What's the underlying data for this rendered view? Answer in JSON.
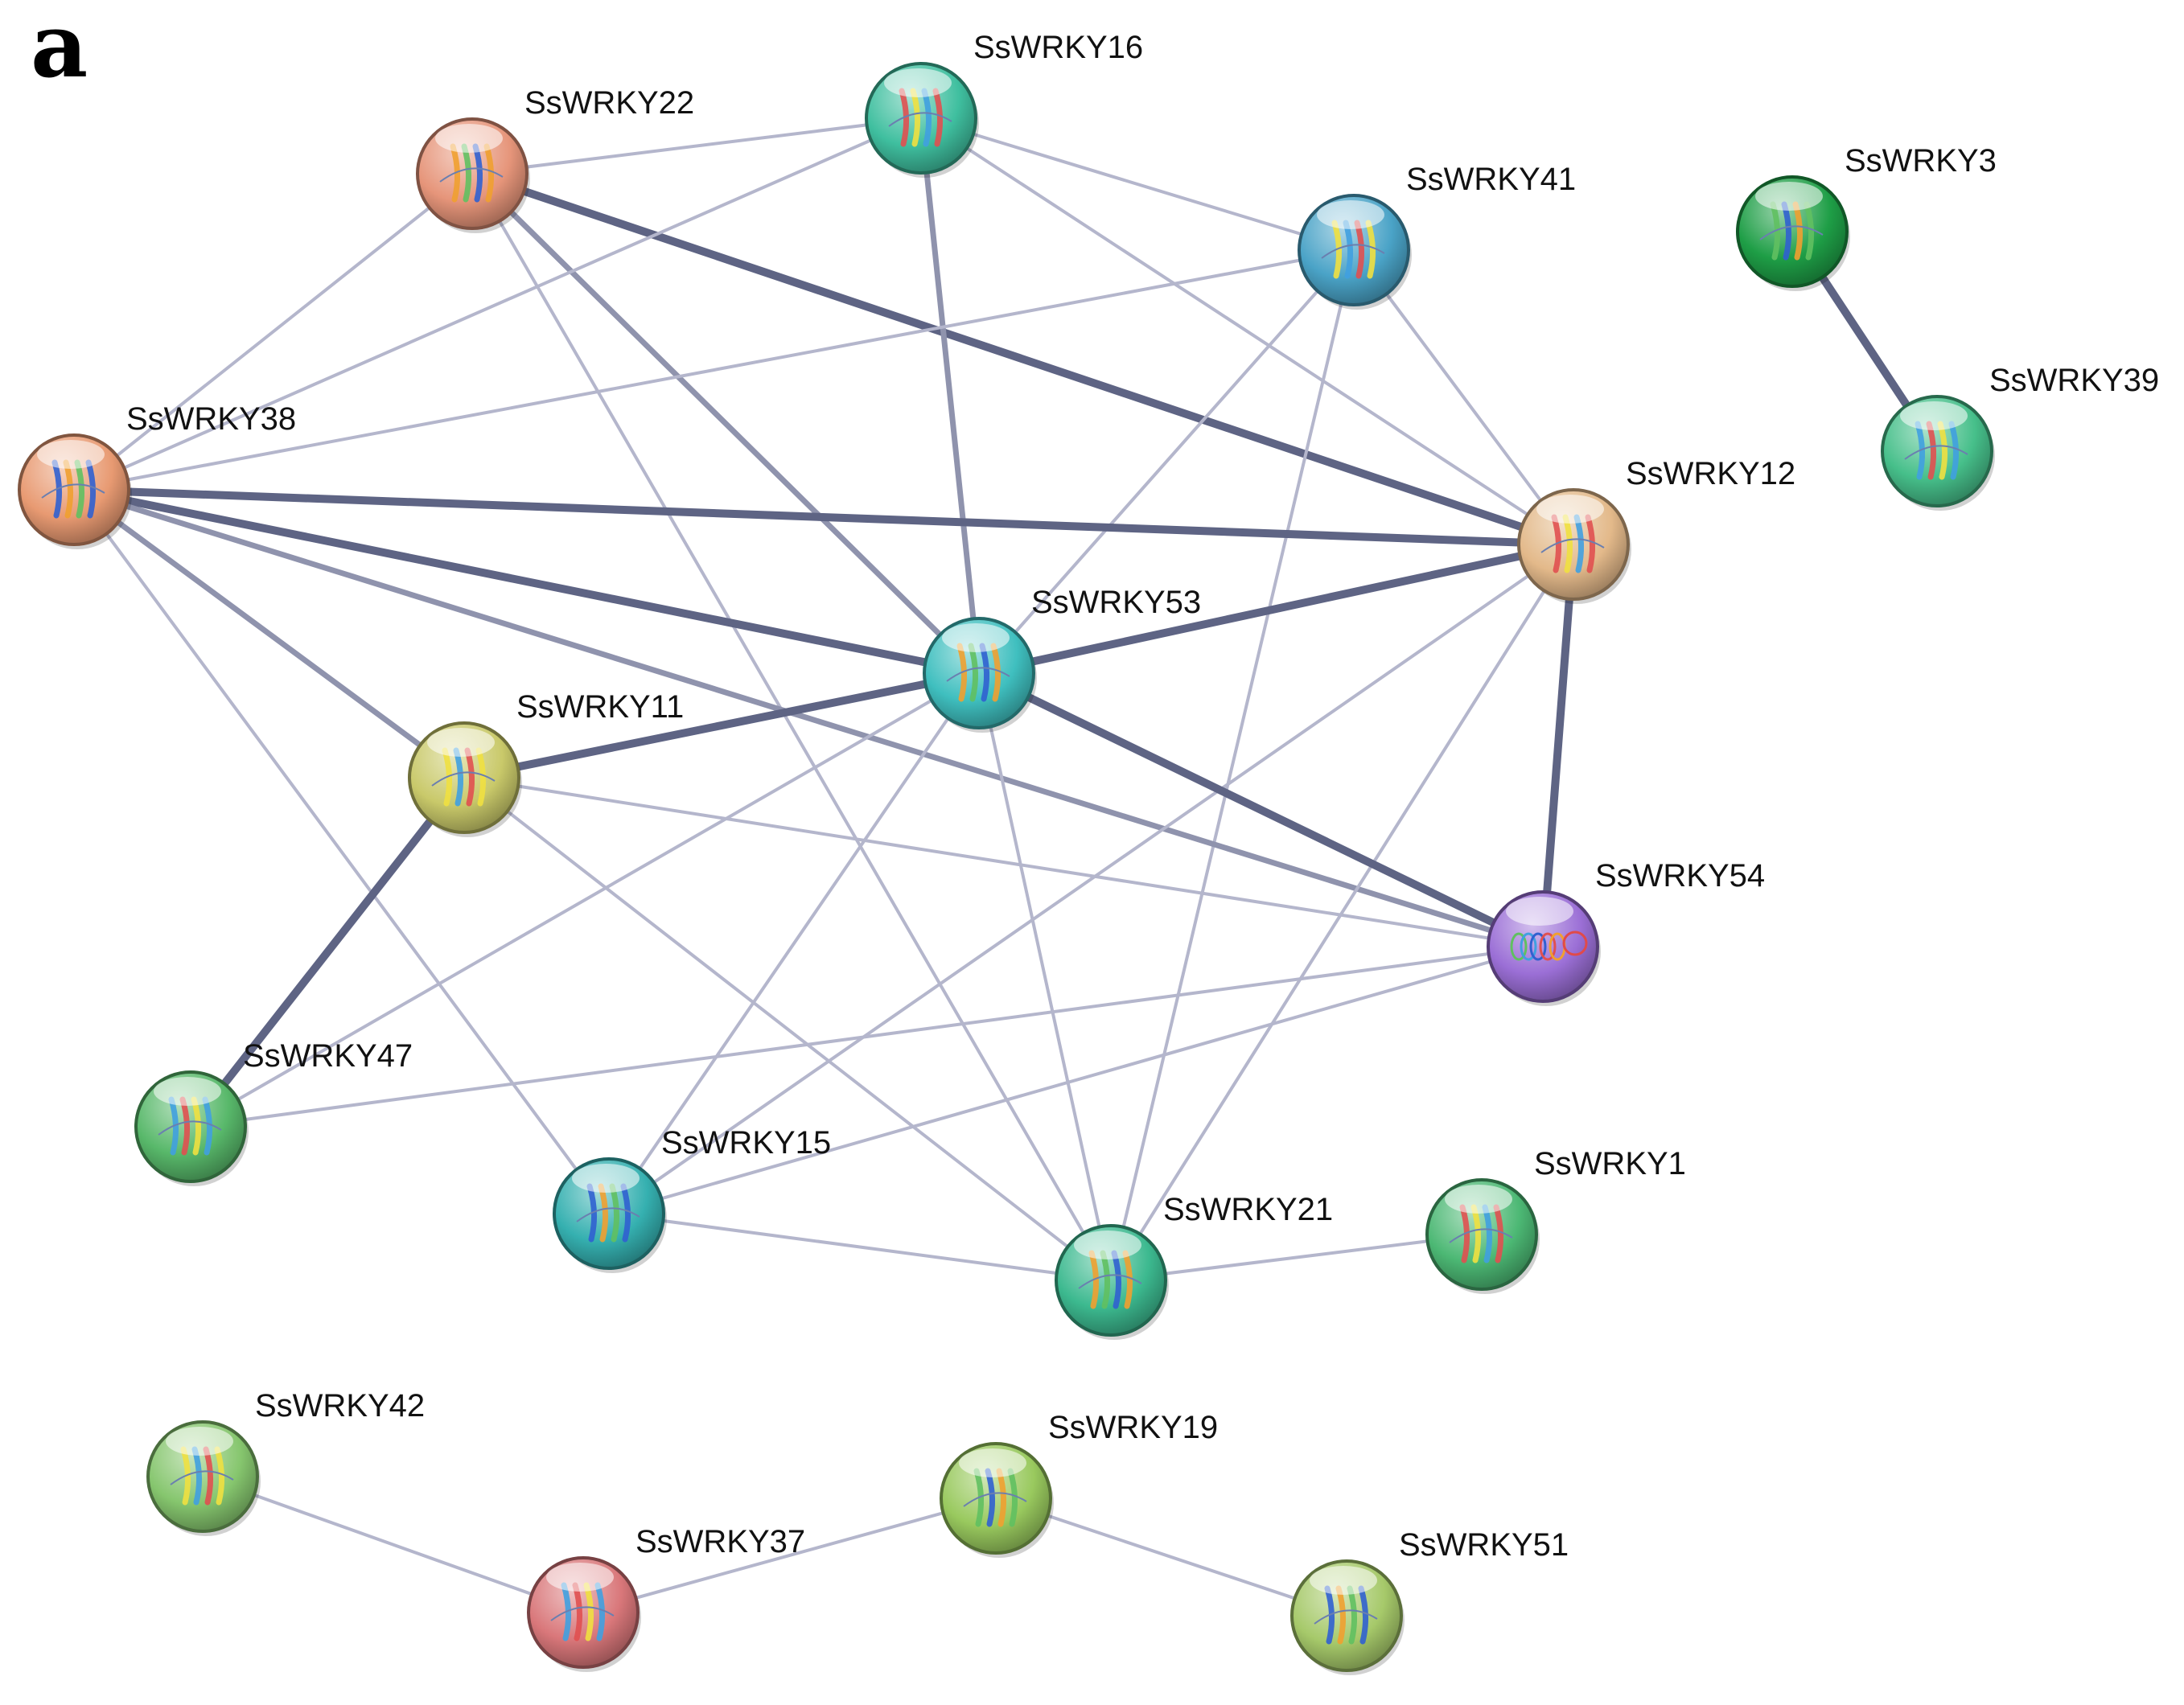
{
  "panel_label": "a",
  "nodes": [
    {
      "id": "SsWRKY16",
      "label": "SsWRKY16",
      "color": "#3fbf9f",
      "icon": "beta-sheet-structure-icon"
    },
    {
      "id": "SsWRKY22",
      "label": "SsWRKY22",
      "color": "#e6957a",
      "icon": "beta-sheet-structure-icon"
    },
    {
      "id": "SsWRKY41",
      "label": "SsWRKY41",
      "color": "#4aa3c7",
      "icon": "beta-sheet-structure-icon"
    },
    {
      "id": "SsWRKY3",
      "label": "SsWRKY3",
      "color": "#1e9e46",
      "icon": "beta-sheet-structure-icon"
    },
    {
      "id": "SsWRKY39",
      "label": "SsWRKY39",
      "color": "#46bf8a",
      "icon": "beta-sheet-structure-icon"
    },
    {
      "id": "SsWRKY38",
      "label": "SsWRKY38",
      "color": "#e89a72",
      "icon": "beta-sheet-structure-icon"
    },
    {
      "id": "SsWRKY12",
      "label": "SsWRKY12",
      "color": "#e3b98a",
      "icon": "beta-sheet-structure-icon"
    },
    {
      "id": "SsWRKY53",
      "label": "SsWRKY53",
      "color": "#3fbfbf",
      "icon": "beta-sheet-structure-icon"
    },
    {
      "id": "SsWRKY11",
      "label": "SsWRKY11",
      "color": "#c9c96a",
      "icon": "beta-sheet-structure-icon"
    },
    {
      "id": "SsWRKY54",
      "label": "SsWRKY54",
      "color": "#9b6fd6",
      "icon": "alpha-helix-structure-icon"
    },
    {
      "id": "SsWRKY47",
      "label": "SsWRKY47",
      "color": "#58b86a",
      "icon": "beta-sheet-structure-icon"
    },
    {
      "id": "SsWRKY15",
      "label": "SsWRKY15",
      "color": "#35b0b0",
      "icon": "beta-sheet-structure-icon"
    },
    {
      "id": "SsWRKY1",
      "label": "SsWRKY1",
      "color": "#4cb874",
      "icon": "beta-sheet-structure-icon"
    },
    {
      "id": "SsWRKY21",
      "label": "SsWRKY21",
      "color": "#3cb98f",
      "icon": "beta-sheet-structure-icon"
    },
    {
      "id": "SsWRKY42",
      "label": "SsWRKY42",
      "color": "#86c66e",
      "icon": "beta-sheet-structure-icon"
    },
    {
      "id": "SsWRKY19",
      "label": "SsWRKY19",
      "color": "#99c95e",
      "icon": "beta-sheet-structure-icon"
    },
    {
      "id": "SsWRKY37",
      "label": "SsWRKY37",
      "color": "#d9777a",
      "icon": "beta-sheet-structure-icon"
    },
    {
      "id": "SsWRKY51",
      "label": "SsWRKY51",
      "color": "#a6c96a",
      "icon": "beta-sheet-structure-icon"
    }
  ],
  "edges": [
    {
      "source": "SsWRKY22",
      "target": "SsWRKY16",
      "confidence": "low"
    },
    {
      "source": "SsWRKY22",
      "target": "SsWRKY38",
      "confidence": "low"
    },
    {
      "source": "SsWRKY22",
      "target": "SsWRKY12",
      "confidence": "high"
    },
    {
      "source": "SsWRKY22",
      "target": "SsWRKY53",
      "confidence": "medium"
    },
    {
      "source": "SsWRKY22",
      "target": "SsWRKY21",
      "confidence": "low"
    },
    {
      "source": "SsWRKY16",
      "target": "SsWRKY38",
      "confidence": "low"
    },
    {
      "source": "SsWRKY16",
      "target": "SsWRKY41",
      "confidence": "low"
    },
    {
      "source": "SsWRKY16",
      "target": "SsWRKY53",
      "confidence": "medium"
    },
    {
      "source": "SsWRKY16",
      "target": "SsWRKY12",
      "confidence": "low"
    },
    {
      "source": "SsWRKY41",
      "target": "SsWRKY38",
      "confidence": "low"
    },
    {
      "source": "SsWRKY41",
      "target": "SsWRKY12",
      "confidence": "low"
    },
    {
      "source": "SsWRKY41",
      "target": "SsWRKY53",
      "confidence": "low"
    },
    {
      "source": "SsWRKY41",
      "target": "SsWRKY21",
      "confidence": "low"
    },
    {
      "source": "SsWRKY38",
      "target": "SsWRKY12",
      "confidence": "high"
    },
    {
      "source": "SsWRKY38",
      "target": "SsWRKY53",
      "confidence": "high"
    },
    {
      "source": "SsWRKY38",
      "target": "SsWRKY11",
      "confidence": "medium"
    },
    {
      "source": "SsWRKY38",
      "target": "SsWRKY54",
      "confidence": "medium"
    },
    {
      "source": "SsWRKY38",
      "target": "SsWRKY15",
      "confidence": "low"
    },
    {
      "source": "SsWRKY12",
      "target": "SsWRKY53",
      "confidence": "high"
    },
    {
      "source": "SsWRKY12",
      "target": "SsWRKY54",
      "confidence": "high"
    },
    {
      "source": "SsWRKY12",
      "target": "SsWRKY15",
      "confidence": "low"
    },
    {
      "source": "SsWRKY12",
      "target": "SsWRKY21",
      "confidence": "low"
    },
    {
      "source": "SsWRKY53",
      "target": "SsWRKY11",
      "confidence": "high"
    },
    {
      "source": "SsWRKY53",
      "target": "SsWRKY54",
      "confidence": "high"
    },
    {
      "source": "SsWRKY53",
      "target": "SsWRKY47",
      "confidence": "low"
    },
    {
      "source": "SsWRKY53",
      "target": "SsWRKY15",
      "confidence": "low"
    },
    {
      "source": "SsWRKY53",
      "target": "SsWRKY21",
      "confidence": "low"
    },
    {
      "source": "SsWRKY11",
      "target": "SsWRKY47",
      "confidence": "high"
    },
    {
      "source": "SsWRKY11",
      "target": "SsWRKY54",
      "confidence": "low"
    },
    {
      "source": "SsWRKY11",
      "target": "SsWRKY21",
      "confidence": "low"
    },
    {
      "source": "SsWRKY54",
      "target": "SsWRKY47",
      "confidence": "low"
    },
    {
      "source": "SsWRKY54",
      "target": "SsWRKY15",
      "confidence": "low"
    },
    {
      "source": "SsWRKY15",
      "target": "SsWRKY21",
      "confidence": "low"
    },
    {
      "source": "SsWRKY21",
      "target": "SsWRKY1",
      "confidence": "low"
    },
    {
      "source": "SsWRKY3",
      "target": "SsWRKY39",
      "confidence": "high"
    },
    {
      "source": "SsWRKY42",
      "target": "SsWRKY37",
      "confidence": "low"
    },
    {
      "source": "SsWRKY37",
      "target": "SsWRKY19",
      "confidence": "low"
    },
    {
      "source": "SsWRKY19",
      "target": "SsWRKY51",
      "confidence": "low"
    }
  ],
  "edge_colors": {
    "low": "#b4b6cc",
    "medium": "#8f93ad",
    "high": "#5e6484"
  }
}
